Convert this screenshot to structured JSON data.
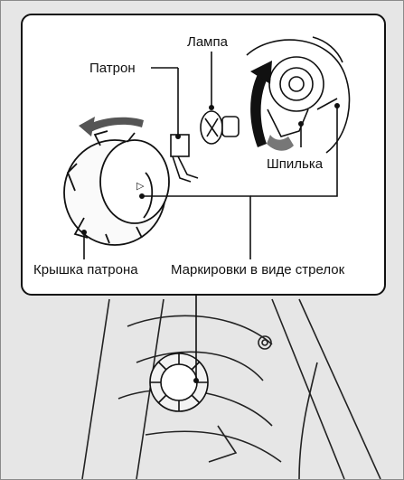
{
  "labels": {
    "lamp": "Лампа",
    "socket": "Патрон",
    "pin": "Шпилька",
    "socket_cover": "Крышка патрона",
    "arrow_marks": "Маркировки в виде стрелок"
  },
  "icons": [
    "rotate-arrow-icon",
    "rotate-arrow-curved-icon"
  ],
  "colors": {
    "frame_bg": "#e6e6e6",
    "callout_bg": "#ffffff",
    "line": "#111111",
    "arrow_gray": "#555555"
  }
}
